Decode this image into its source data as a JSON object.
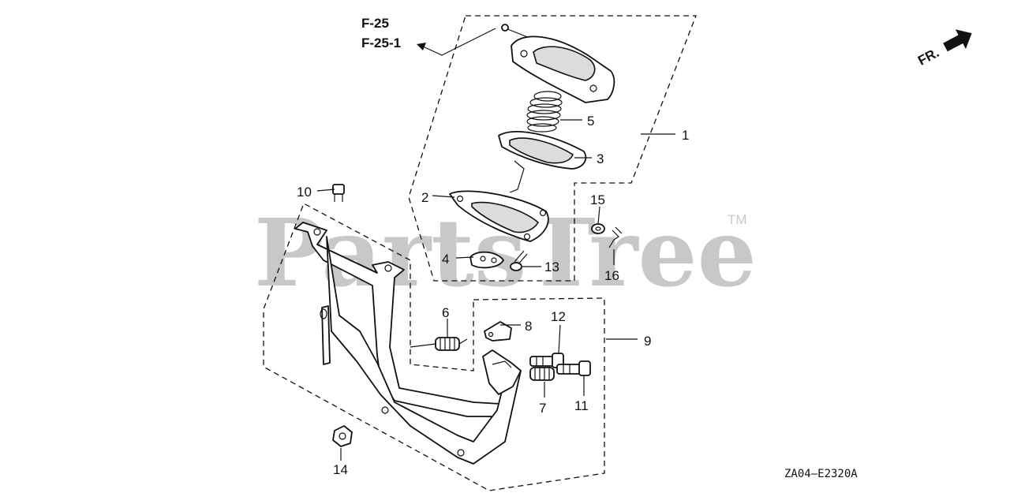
{
  "diagram": {
    "references": [
      "F-25",
      "F-25-1"
    ],
    "watermark": "PartsTree",
    "trademark": "TM",
    "orientation_label": "FR.",
    "drawing_code": "ZA04—E2320A",
    "callouts": {
      "c1": "1",
      "c2": "2",
      "c3": "3",
      "c4": "4",
      "c5": "5",
      "c6": "6",
      "c7": "7",
      "c8": "8",
      "c9": "9",
      "c10": "10",
      "c11": "11",
      "c12": "12",
      "c13": "13",
      "c14": "14",
      "c15": "15",
      "c16": "16"
    }
  }
}
